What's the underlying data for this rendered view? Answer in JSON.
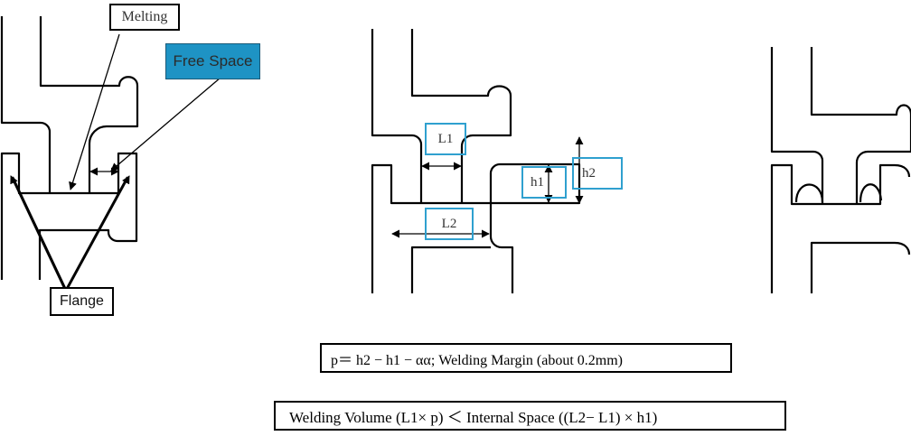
{
  "labels": {
    "melting": "Melting",
    "free_space": "Free Space",
    "flange": "Flange",
    "L1": "L1",
    "L2": "L2",
    "h1": "h1",
    "h2": "h2"
  },
  "formulas": {
    "margin": "p＝ h2 − h1 − αα; Welding Margin (about 0.2mm)",
    "volume": "Welding Volume (L1× p) ＜  Internal Space ((L2− L1) × h1)"
  },
  "colors": {
    "line": "#000000",
    "free_space_fill": "#1e93c4",
    "dimension_box": "#2fa0cf"
  }
}
